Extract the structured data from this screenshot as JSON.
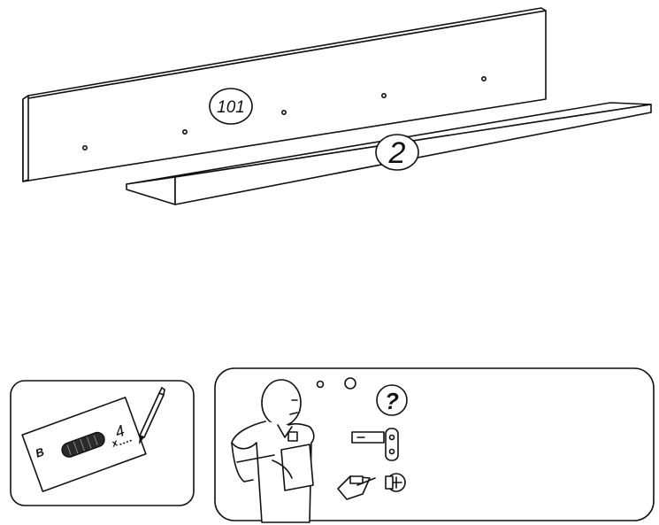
{
  "parts": {
    "back_panel": {
      "label": "101"
    },
    "shelf": {
      "label": "2"
    }
  },
  "hardware_card": {
    "letter": "B",
    "count": "4",
    "count_prefix": "x"
  },
  "help_box": {
    "question_mark": "?"
  }
}
